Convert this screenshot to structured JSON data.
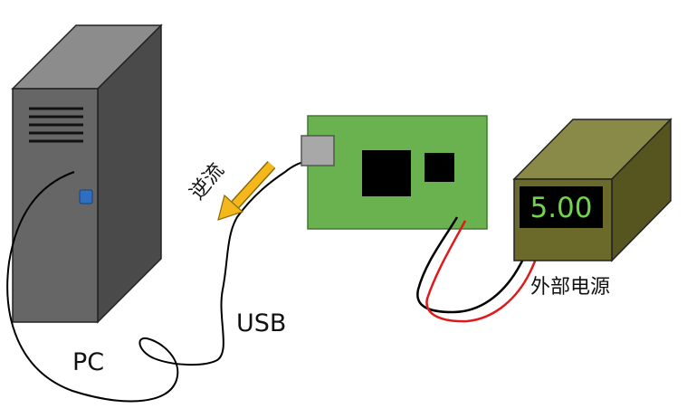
{
  "labels": {
    "pc": "PC",
    "usb": "USB",
    "backflow": "逆流",
    "external_power": "外部电源"
  },
  "power_supply": {
    "display_value": "5.00"
  },
  "colors": {
    "tower_front": "#666666",
    "tower_side": "#4a4a4a",
    "tower_top": "#8c8c8c",
    "power_led": "#2f6fc1",
    "board": "#6ab150",
    "board_border": "#3f7a30",
    "usb_port": "#a8a8a8",
    "chip": "#000000",
    "arrow": "#f4b81c",
    "psu_front": "#6c6a2a",
    "psu_top": "#8a8a48",
    "psu_side": "#57551f",
    "display_bg": "#000000",
    "display_text": "#6fd64a",
    "wire_black": "#000000",
    "wire_red": "#e0191c"
  }
}
